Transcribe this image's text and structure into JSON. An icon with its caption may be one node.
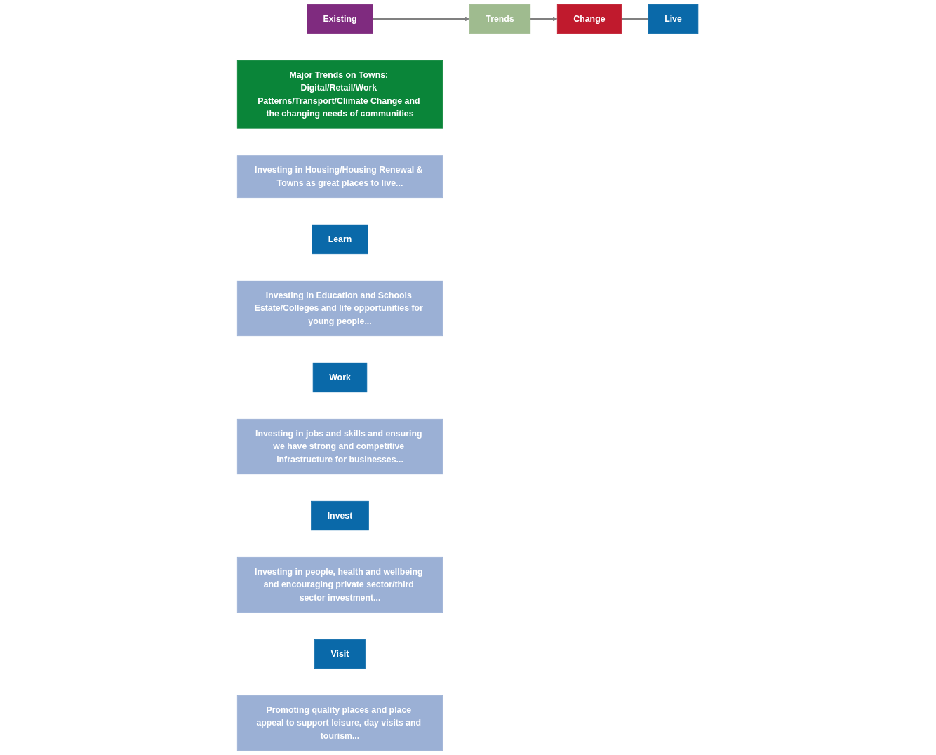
{
  "diagram": {
    "nodes": [
      {
        "text": [
          "Existing"
        ]
      },
      {
        "text": [
          "Trends"
        ]
      },
      {
        "text": [
          "Major Trends on Towns: Digital/Retail/Work Patterns/Transport/Climate Change and the changing needs of communities"
        ]
      },
      {
        "text": [
          "Change"
        ]
      },
      {
        "text": [
          "Live"
        ]
      },
      {
        "text": [
          "Investing in Housing/Housing Renewal & Towns as great places to live..."
        ]
      },
      {
        "text": [
          "Learn"
        ]
      },
      {
        "text": [
          "Investing in Education and Schools Estate/Colleges and life opportunities for young people..."
        ]
      },
      {
        "text": [
          "Work"
        ]
      },
      {
        "text": [
          "Investing in jobs and skills and ensuring we have strong and competitive infrastructure for businesses..."
        ]
      },
      {
        "text": [
          "Invest"
        ]
      },
      {
        "text": [
          "Investing in people, health and wellbeing and encouraging private sector/third sector investment..."
        ]
      },
      {
        "text": [
          "Visit"
        ]
      },
      {
        "text": [
          "Promoting quality places and place appeal to support leisure, day visits and tourism..."
        ]
      }
    ],
    "edges": [
      {
        "from": 0,
        "to": 1,
        "arrow": "to"
      },
      {
        "from": 1,
        "to": 3,
        "arrow": "to"
      },
      {
        "from": 3,
        "to": 4,
        "arrow": "none"
      }
    ]
  }
}
